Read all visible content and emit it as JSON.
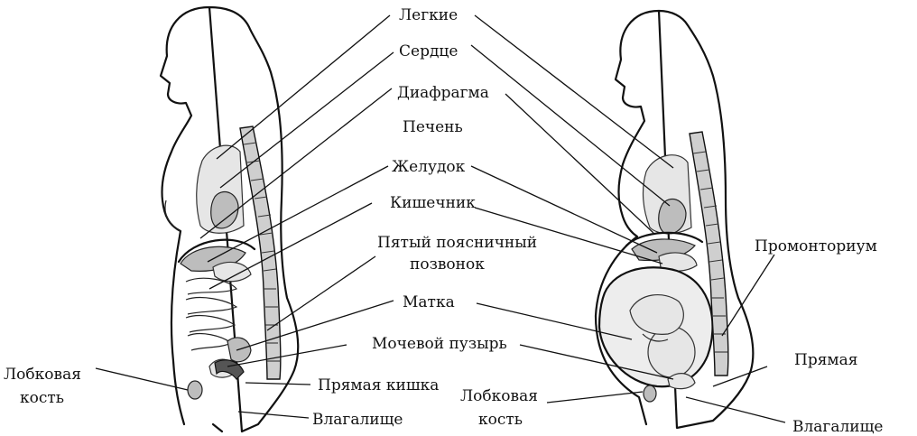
{
  "labels": {
    "lungs": "Легкие",
    "heart": "Сердце",
    "diaphragm": "Диафрагма",
    "liver": "Печень",
    "stomach": "Желудок",
    "intestine": "Кишечник",
    "fifth_lumbar_line1": "Пятый поясничный",
    "fifth_lumbar_line2": "позвонок",
    "uterus": "Матка",
    "bladder": "Мочевой пузырь",
    "rectum": "Прямая кишка",
    "vagina_left": "Влагалище",
    "pubic_left_line1": "Лобковая",
    "pubic_left_line2": "кость",
    "promontory": "Промонториум",
    "rectum_right": "Прямая",
    "pubic_right_line1": "Лобковая",
    "pubic_right_line2": "кость",
    "vagina_right": "Влагалище"
  }
}
